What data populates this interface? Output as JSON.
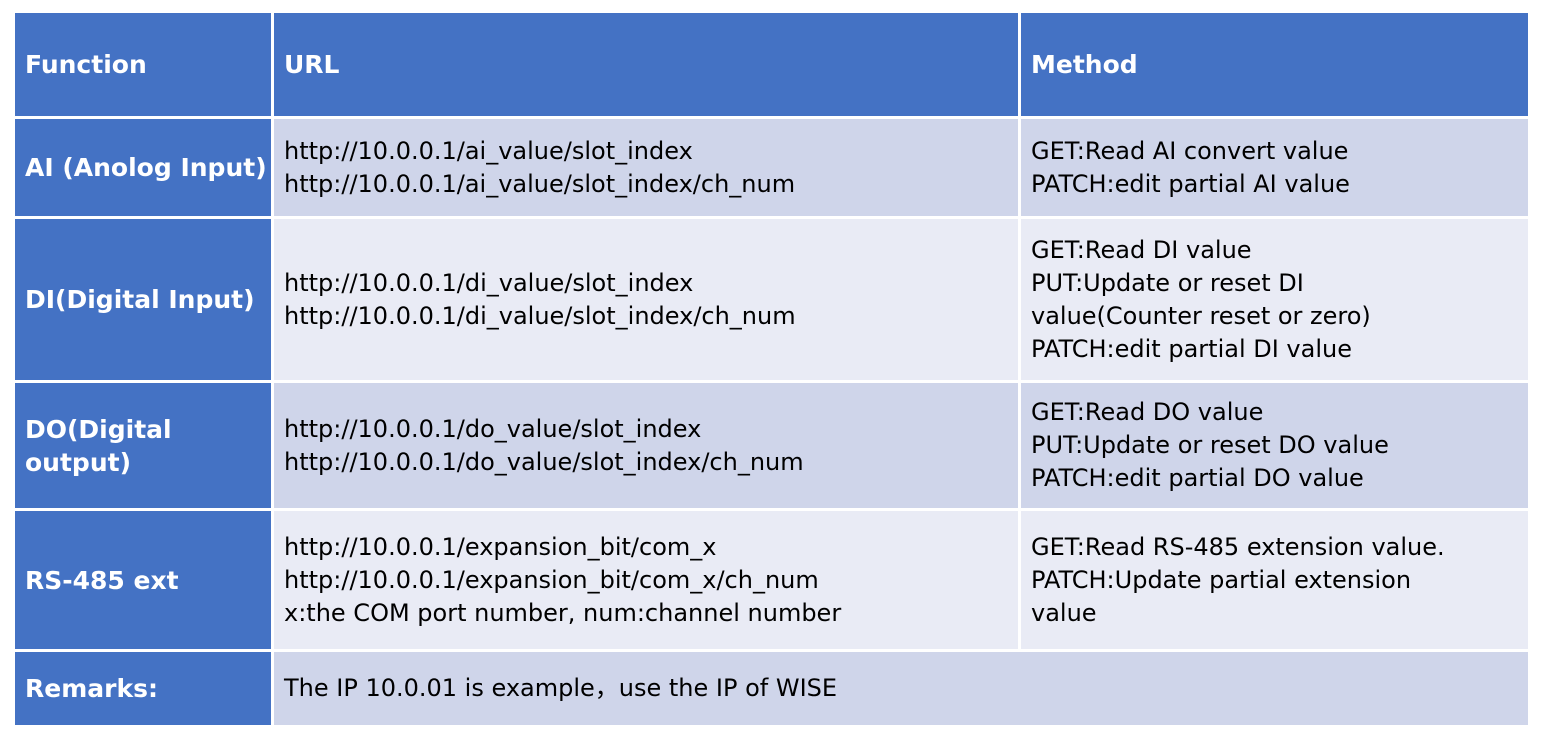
{
  "headers": {
    "function": "Function",
    "url": "URL",
    "method": "Method"
  },
  "rows": [
    {
      "function": "AI (Anolog Input)",
      "urls": [
        "http://10.0.0.1/ai_value/slot_index",
        "http://10.0.0.1/ai_value/slot_index/ch_num"
      ],
      "methods": [
        "GET:Read AI convert value",
        "PATCH:edit partial AI value"
      ]
    },
    {
      "function": "DI(Digital Input)",
      "urls": [
        "http://10.0.0.1/di_value/slot_index",
        "http://10.0.0.1/di_value/slot_index/ch_num"
      ],
      "methods": [
        "GET:Read DI value",
        "PUT:Update or reset DI",
        "value(Counter reset or zero)",
        "PATCH:edit partial DI value"
      ]
    },
    {
      "function_lines": [
        "DO(Digital",
        "output)"
      ],
      "urls": [
        "http://10.0.0.1/do_value/slot_index",
        "http://10.0.0.1/do_value/slot_index/ch_num"
      ],
      "methods": [
        "GET:Read DO value",
        "PUT:Update or reset DO value",
        "PATCH:edit partial DO value"
      ]
    },
    {
      "function": "RS-485 ext",
      "urls": [
        "http://10.0.0.1/expansion_bit/com_x",
        "http://10.0.0.1/expansion_bit/com_x/ch_num",
        "x:the COM port number,  num:channel number"
      ],
      "methods": [
        "GET:Read RS-485 extension value.",
        "PATCH:Update partial extension",
        "value"
      ]
    }
  ],
  "remarks": {
    "label": "Remarks:",
    "text": "The IP 10.0.01 is example，use the IP of  WISE"
  },
  "colors": {
    "header_blue": "#4472c4",
    "row_dark": "#cfd5ea",
    "row_light": "#e9ebf5"
  }
}
